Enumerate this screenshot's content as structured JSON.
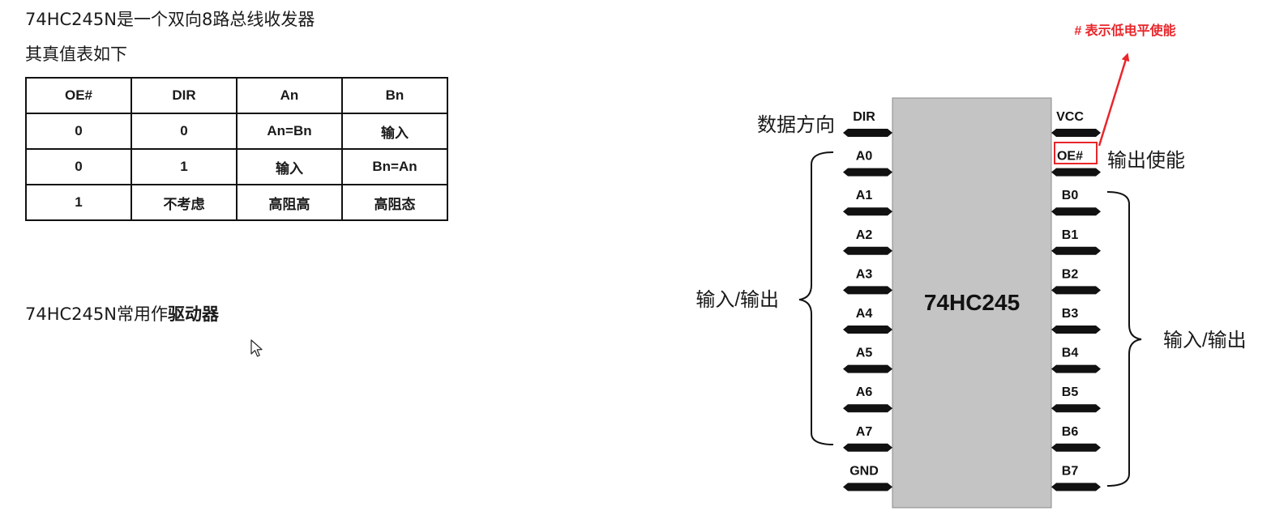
{
  "text": {
    "line1": "74HC245N是一个双向8路总线收发器",
    "line2": "其真值表如下",
    "line3_prefix": "74HC245N常用作",
    "line3_bold": "驱动器"
  },
  "table": {
    "header": [
      "OE#",
      "DIR",
      "An",
      "Bn"
    ],
    "rows": [
      [
        "0",
        "0",
        "An=Bn",
        "输入"
      ],
      [
        "0",
        "1",
        "输入",
        "Bn=An"
      ],
      [
        "1",
        "不考虑",
        "高阻高",
        "高阻态"
      ]
    ]
  },
  "diagram": {
    "chip_label": "74HC245",
    "left_pins": [
      "DIR",
      "A0",
      "A1",
      "A2",
      "A3",
      "A4",
      "A5",
      "A6",
      "A7",
      "GND"
    ],
    "right_pins": [
      "VCC",
      "OE#",
      "B0",
      "B1",
      "B2",
      "B3",
      "B4",
      "B5",
      "B6",
      "B7"
    ],
    "dir_label": "数据方向",
    "oe_label": "输出使能",
    "left_group_label": "输入/输出",
    "right_group_label": "输入/输出",
    "note": "# 表示低电平使能",
    "note_color": "#e8262b",
    "chip_fill": "#c4c4c4"
  }
}
